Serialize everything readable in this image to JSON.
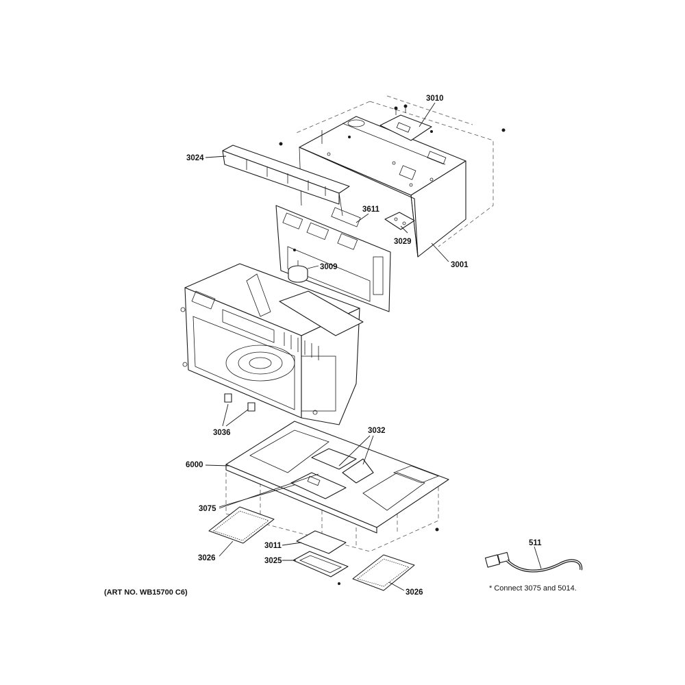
{
  "labels": {
    "l3010": "3010",
    "l3024": "3024",
    "l3611": "3611",
    "l3029": "3029",
    "l3001": "3001",
    "l3009": "3009",
    "l3036": "3036",
    "l3032": "3032",
    "l6000": "6000",
    "l3075": "3075",
    "l3026a": "3026",
    "l3011": "3011",
    "l3025": "3025",
    "l3026b": "3026",
    "l511": "511"
  },
  "notes": {
    "art_number": "(ART NO. WB15700 C6)",
    "connect": "* Connect 3075 and 5014."
  }
}
